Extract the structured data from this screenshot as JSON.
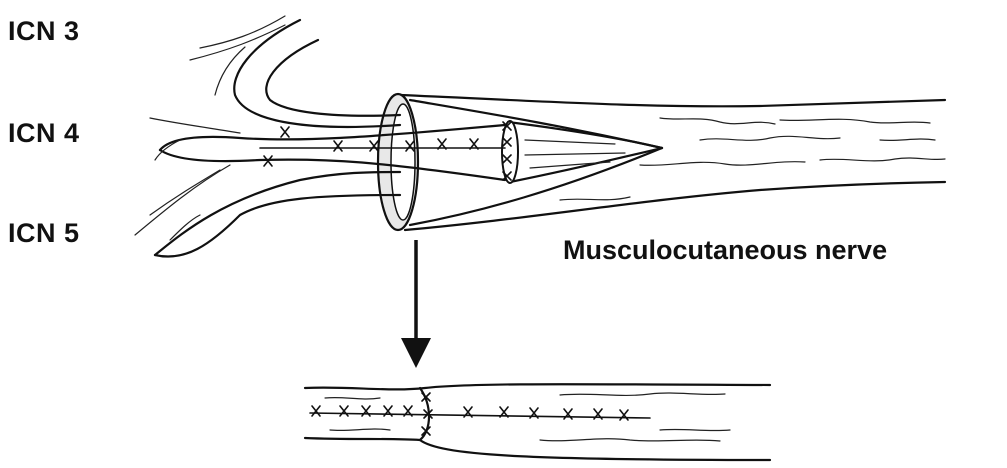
{
  "labels": {
    "icn3": "ICN 3",
    "icn4": "ICN 4",
    "icn5": "ICN 5",
    "musculocutaneous": "Musculocutaneous nerve"
  },
  "colors": {
    "ink": "#111111",
    "stipple": "#e8e8e8",
    "background": "#ffffff"
  }
}
